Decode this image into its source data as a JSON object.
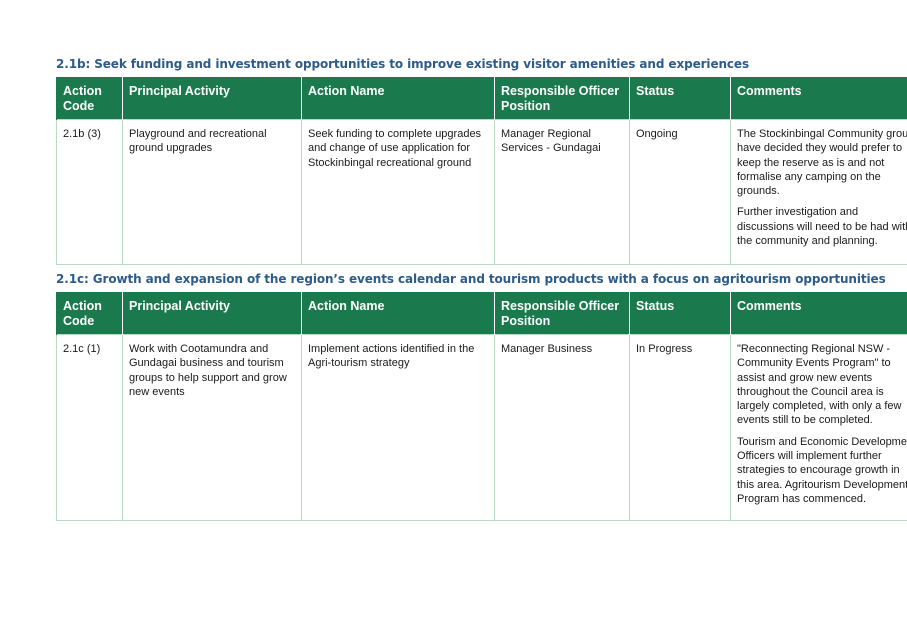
{
  "sections": [
    {
      "heading": "2.1b: Seek funding and investment opportunities to improve existing visitor amenities and experiences",
      "columns": [
        "Action Code",
        "Principal Activity",
        "Action Name",
        "Responsible Officer Position",
        "Status",
        "Comments"
      ],
      "row": {
        "code": "2.1b (3)",
        "activity": "Playground and recreational ground upgrades",
        "action": "Seek funding to complete upgrades and change of use application for Stockinbingal recreational ground",
        "officer": "Manager Regional Services - Gundagai",
        "status": "Ongoing",
        "comments": [
          "The Stockinbingal Community group have decided they would prefer to keep the reserve as is and not formalise any camping on the grounds.",
          "Further investigation and discussions will need to be had with the community and planning."
        ]
      }
    },
    {
      "heading": "2.1c: Growth and expansion of the region’s events calendar and tourism products with a focus on agritourism opportunities",
      "columns": [
        "Action Code",
        "Principal Activity",
        "Action Name",
        "Responsible Officer Position",
        "Status",
        "Comments"
      ],
      "row": {
        "code": "2.1c (1)",
        "activity": "Work with Cootamundra and Gundagai business and tourism groups to help support and grow new events",
        "action": "Implement actions identified in the Agri-tourism strategy",
        "officer": "Manager Business",
        "status": "In Progress",
        "comments": [
          "\"Reconnecting Regional NSW - Community Events Program\" to assist and grow new events throughout the Council area is largely completed, with only a few events still to be completed.",
          "Tourism and Economic Development Officers will implement further strategies to encourage growth in this area. Agritourism Development Program has commenced."
        ]
      }
    }
  ]
}
